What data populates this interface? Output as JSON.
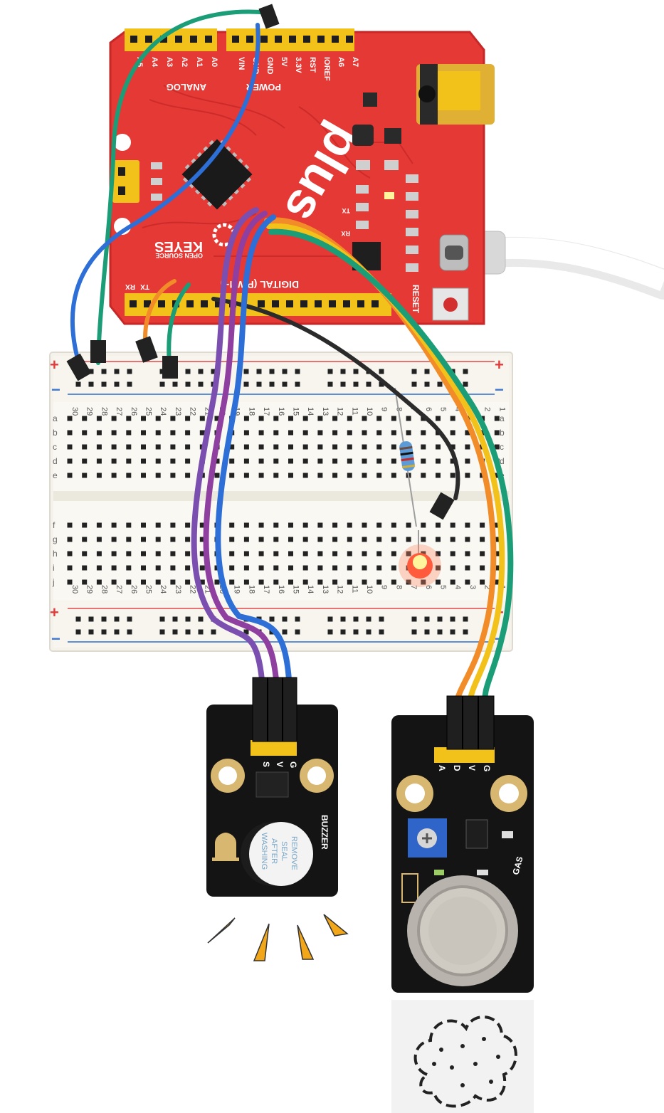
{
  "board": {
    "analog_header": "ANALOG",
    "power_header": "POWER",
    "digital_header": "DIGITAL (PWM~)",
    "analog_pins": [
      "A5",
      "A4",
      "A3",
      "A2",
      "A1",
      "A0"
    ],
    "power_pins": [
      "VIN",
      "GND",
      "GND",
      "5V",
      "3.3V",
      "RST",
      "IOREF",
      "A6",
      "A7"
    ],
    "tx_label": "TX",
    "rx_label": "RX",
    "board_tx": "TX",
    "board_rx": "RX",
    "reset_label": "RESET",
    "brand": "KEYES",
    "brand_sub": "OPEN SOURCE",
    "logo": "plus"
  },
  "breadboard": {
    "columns": [
      "30",
      "29",
      "28",
      "27",
      "26",
      "25",
      "24",
      "23",
      "22",
      "21",
      "20",
      "19",
      "18",
      "17",
      "16",
      "15",
      "14",
      "13",
      "12",
      "11",
      "10",
      "9",
      "8",
      "7",
      "6",
      "5",
      "4",
      "3",
      "2",
      "1"
    ],
    "rows_top": [
      "a",
      "b",
      "c",
      "d",
      "e"
    ],
    "rows_bottom": [
      "f",
      "g",
      "h",
      "i",
      "j"
    ],
    "plus": "+",
    "minus": "−"
  },
  "buzzer_module": {
    "pins": [
      "S",
      "V",
      "G"
    ],
    "label": "BUZZER",
    "seal_text": [
      "REMOVE",
      "SEAL",
      "AFTER",
      "WASHING"
    ]
  },
  "gas_module": {
    "pins": [
      "A",
      "D",
      "V",
      "G"
    ],
    "label": "GAS"
  },
  "colors": {
    "board_red": "#e53935",
    "header_yellow": "#f2c21b",
    "pcb_black": "#141414",
    "wire_green": "#1b9e77",
    "wire_blue": "#2d6fd6",
    "wire_orange": "#f28c28",
    "wire_purple": "#7b4fb0",
    "wire_black": "#2b2b2b",
    "led": "#ff5a3c"
  }
}
